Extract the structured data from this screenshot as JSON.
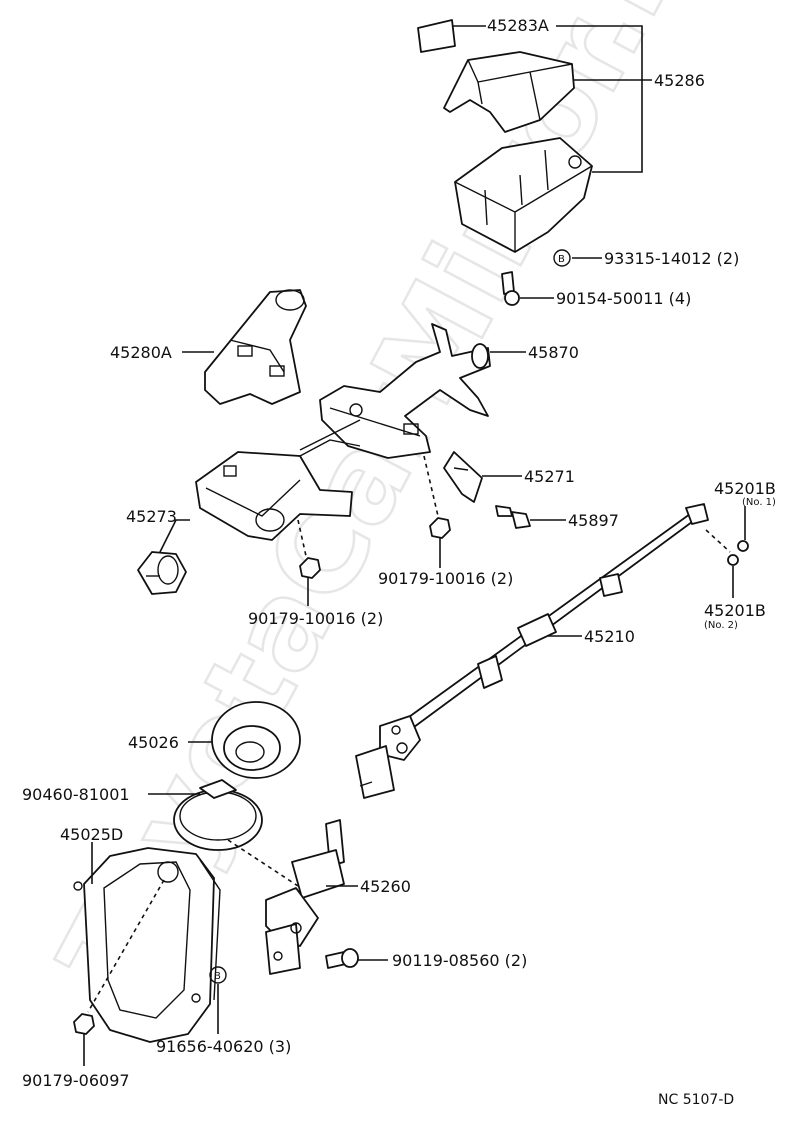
{
  "watermark": "ToyotaCarMirror.ru",
  "diagram_code": "NC 5107-D",
  "bolt_marker": "B",
  "parts": {
    "p45283A": "45283A",
    "p45286": "45286",
    "p93315": "93315-14012 (2)",
    "p90154": "90154-50011 (4)",
    "p45280A": "45280A",
    "p45870": "45870",
    "p45271": "45271",
    "p45897": "45897",
    "p45273": "45273",
    "p90179a": "90179-10016 (2)",
    "p90179b": "90179-10016 (2)",
    "p45201B_1": "45201B",
    "p45201B_1_sub": "(No. 1)",
    "p45201B_2": "45201B",
    "p45201B_2_sub": "(No. 2)",
    "p45210": "45210",
    "p45026": "45026",
    "p90460": "90460-81001",
    "p45025D": "45025D",
    "p45260": "45260",
    "p90119": "90119-08560 (2)",
    "p91656": "91656-40620 (3)",
    "p90179c": "90179-06097"
  }
}
